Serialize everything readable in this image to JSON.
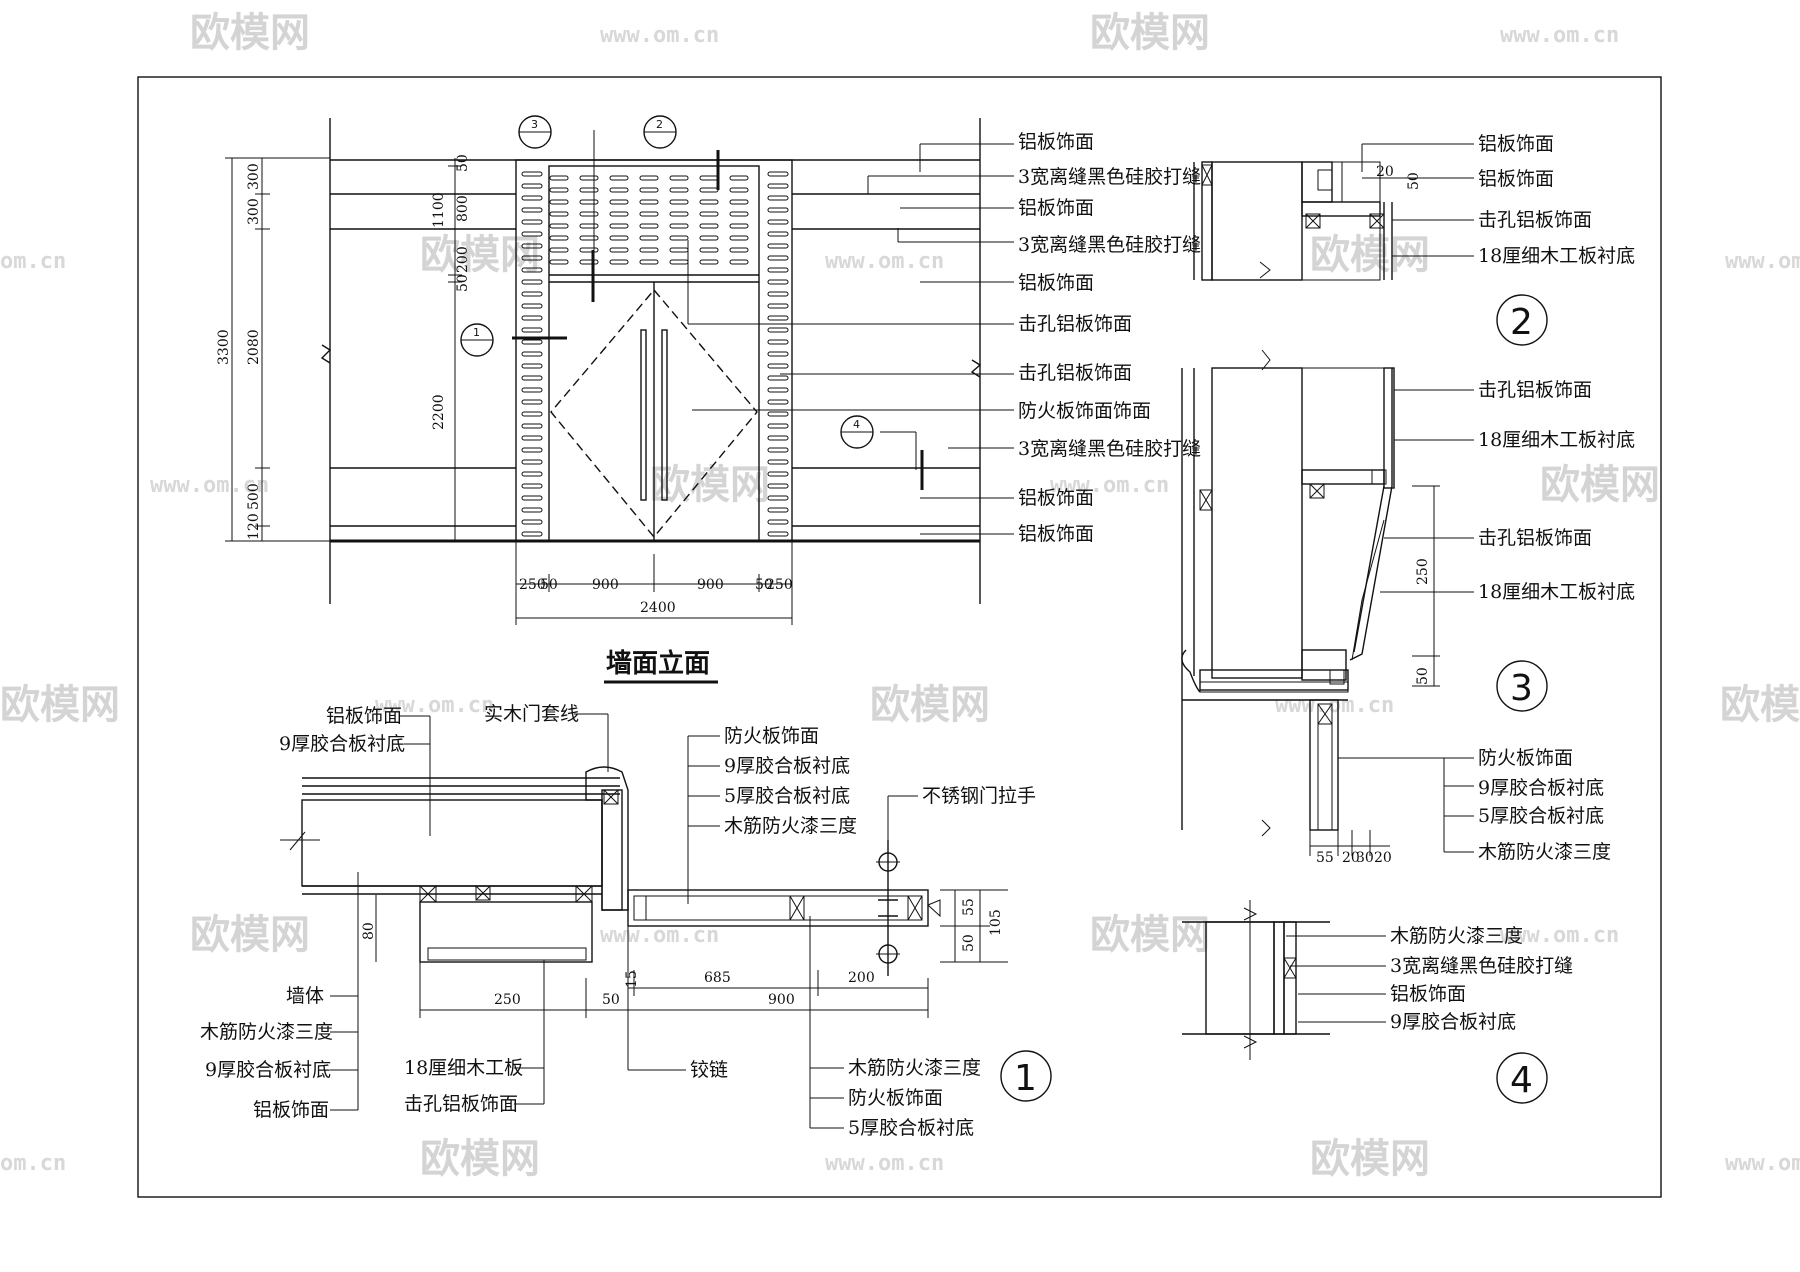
{
  "watermark": {
    "logo": "欧模网",
    "url": "www.om.cn",
    "url_fragment": "om.cn"
  },
  "elevation": {
    "title": "墙面立面",
    "callouts": [
      "3",
      "2",
      "1",
      "4"
    ],
    "left_dims_outer": [
      "3300"
    ],
    "left_dims_mid": [
      "300",
      "300",
      "2080",
      "500",
      "120"
    ],
    "left_dims_inner": [
      "50",
      "1100",
      "800",
      "200",
      "50",
      "2200"
    ],
    "bottom_dims": [
      "250",
      "50",
      "900",
      "900",
      "50",
      "250"
    ],
    "bottom_total": "2400",
    "labels": [
      "铝板饰面",
      "3宽离缝黑色硅胶打缝",
      "铝板饰面",
      "3宽离缝黑色硅胶打缝",
      "铝板饰面",
      "击孔铝板饰面",
      "击孔铝板饰面",
      "防火板饰面饰面",
      "3宽离缝黑色硅胶打缝",
      "铝板饰面",
      "铝板饰面"
    ]
  },
  "detail1": {
    "number": "1",
    "top_labels_left": [
      "铝板饰面",
      "9厚胶合板衬底"
    ],
    "top_label_mid": "实木门套线",
    "top_labels_right": [
      "防火板饰面",
      "9厚胶合板衬底",
      "5厚胶合板衬底",
      "木筋防火漆三度"
    ],
    "handle_label": "不锈钢门拉手",
    "left_labels": [
      "墙体",
      "木筋防火漆三度",
      "9厚胶合板衬底",
      "铝板饰面"
    ],
    "mid_labels": [
      "18厘细木工板",
      "击孔铝板饰面"
    ],
    "hinge_label": "铰链",
    "bottom_right_labels": [
      "木筋防火漆三度",
      "防火板饰面",
      "5厚胶合板衬底"
    ],
    "dims": {
      "d80": "80",
      "d250": "250",
      "d50": "50",
      "d15": "15",
      "d685": "685",
      "d200": "200",
      "d900": "900",
      "d55": "55",
      "d50b": "50",
      "d105": "105"
    }
  },
  "detail2": {
    "number": "2",
    "labels": [
      "铝板饰面",
      "铝板饰面",
      "击孔铝板饰面",
      "18厘细木工板衬底"
    ],
    "dims": [
      "20",
      "50"
    ]
  },
  "detail3": {
    "number": "3",
    "labels": [
      "击孔铝板饰面",
      "18厘细木工板衬底",
      "击孔铝板饰面",
      "18厘细木工板衬底",
      "防火板饰面",
      "9厚胶合板衬底",
      "5厚胶合板衬底",
      "木筋防火漆三度"
    ],
    "dims_v": [
      "250",
      "50"
    ],
    "dims_h": [
      "55",
      "20",
      "30",
      "20"
    ]
  },
  "detail4": {
    "number": "4",
    "labels": [
      "木筋防火漆三度",
      "3宽离缝黑色硅胶打缝",
      "铝板饰面",
      "9厚胶合板衬底"
    ]
  }
}
